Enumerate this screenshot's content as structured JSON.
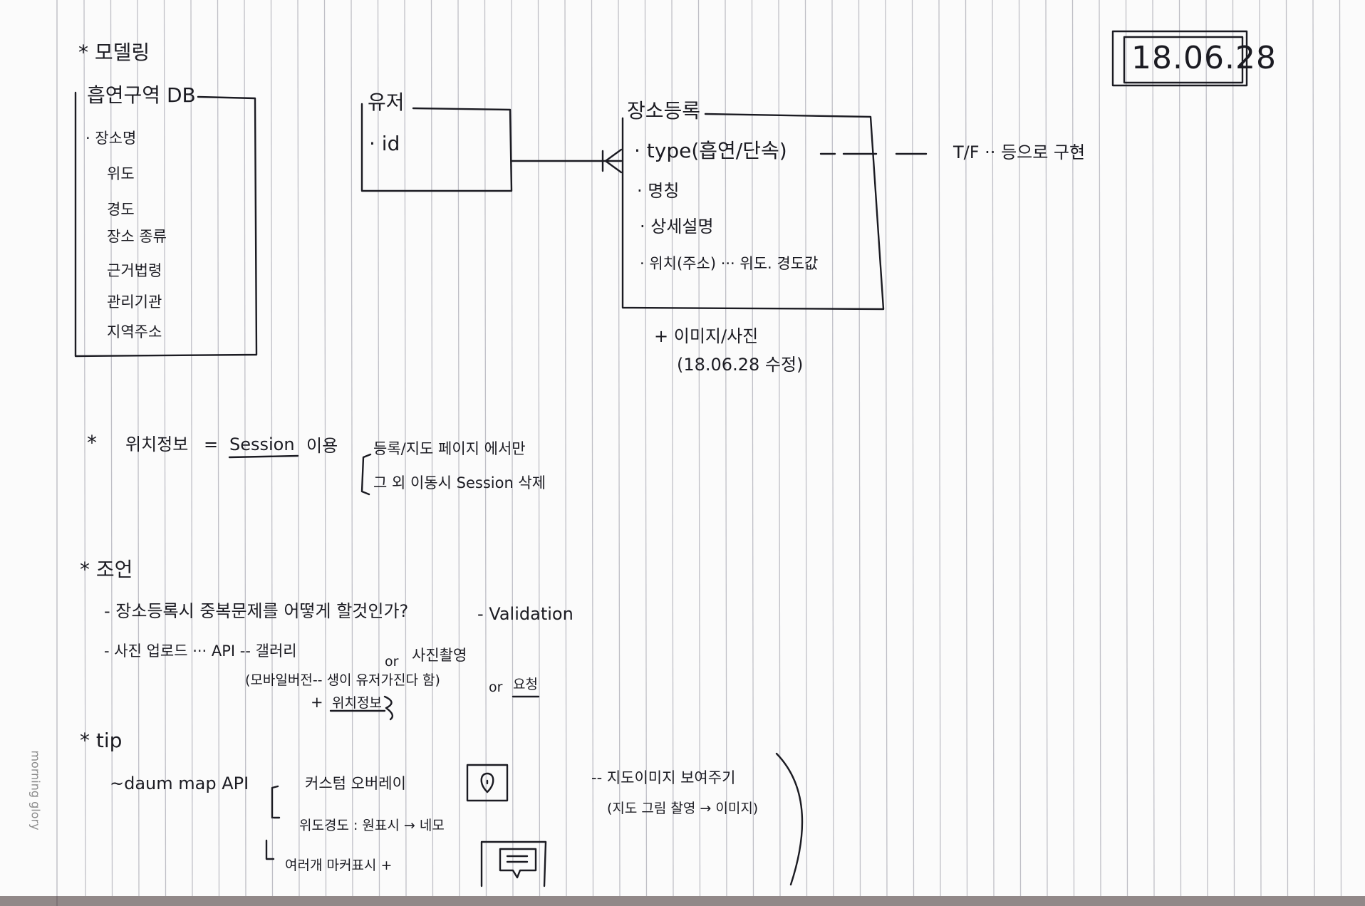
{
  "date_stamp": "18.06.28",
  "data_model": {
    "header": "* 모델링",
    "db_box": {
      "title": "흡연구역 DB",
      "fields": [
        "· 장소명",
        "위도",
        "경도",
        "장소 종류",
        "근거법령",
        "관리기관",
        "지역주소"
      ]
    },
    "user_box": {
      "title": "유저",
      "fields": [
        "· id"
      ]
    },
    "place_box": {
      "title": "장소등록",
      "fields": [
        "· type(흡연/단속)",
        "· 명칭",
        "· 상세설명",
        "· 위치(주소) ··· 위도. 경도값"
      ],
      "type_note_leader": "- — - —",
      "type_note": "T/F ·· 등으로 구현"
    },
    "image_note": "+ 이미지/사진",
    "image_note_date": "(18.06.28 수정)"
  },
  "location": {
    "star": "*",
    "label": "위치정보",
    "equals": "=",
    "session_word": "Session",
    "use": "이용",
    "items": [
      "등록/지도 페이지 에서만",
      "그 외 이동시 Session 삭제"
    ]
  },
  "advice": {
    "header": "* 조언",
    "line1_text": "- 장소등록시 중복문제를 어떻게 할것인가?",
    "line1_tail": "- Validation",
    "line2_text": "- 사진 업로드 ··· API -- 갤러리",
    "line2_or": "or",
    "line2_tail": "사진촬영",
    "line3_text": "(모바일버전-- 생이 유저가진다 함)",
    "line3_or": "or",
    "line3_tail": "요청",
    "line4_plus": "+",
    "line4_text": "위치정보"
  },
  "tip": {
    "header": "* tip",
    "api": "~daum map API",
    "items": [
      "커스텀 오버레이",
      "위도경도 : 원표시 → 네모",
      "여러개 마커표시 +"
    ],
    "right_note1": "-- 지도이미지 보여주기",
    "right_note2": "(지도 그림 찰영 → 이미지)"
  },
  "brand": "morning glory"
}
